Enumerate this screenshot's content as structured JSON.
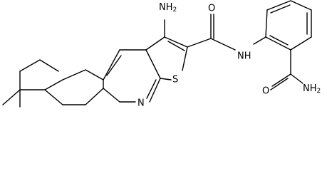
{
  "structure": {
    "labels": {
      "amino_top": "NH",
      "amino_top_sub": "2",
      "carbonyl_o": "O",
      "amide_nh": "NH",
      "ring_s": "S",
      "ring_n": "N",
      "amide2_o": "O",
      "amide2_nh": "NH",
      "amide2_nh_sub": "2"
    }
  }
}
